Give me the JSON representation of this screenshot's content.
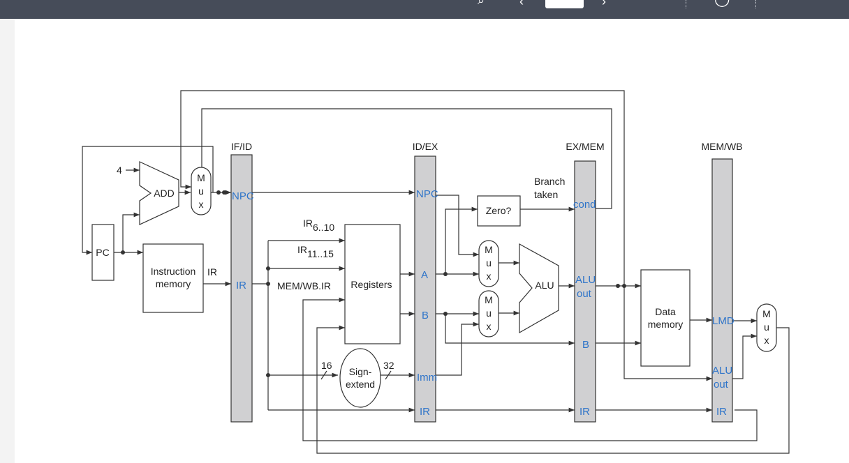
{
  "toolbar": {
    "icons": [
      "zoom-icon",
      "prev-page-icon",
      "next-page-icon",
      "help-icon"
    ],
    "page_field_value": ""
  },
  "diagram": {
    "stage_labels": {
      "if_id": "IF/ID",
      "id_ex": "ID/EX",
      "ex_mem": "EX/MEM",
      "mem_wb": "MEM/WB"
    },
    "components": {
      "pc": "PC",
      "add": "ADD",
      "instruction_memory_line1": "Instruction",
      "instruction_memory_line2": "memory",
      "registers": "Registers",
      "sign_extend_line1": "Sign-",
      "sign_extend_line2": "extend",
      "zero": "Zero?",
      "alu": "ALU",
      "data_memory_line1": "Data",
      "data_memory_line2": "memory",
      "mux_m": "M",
      "mux_u": "u",
      "mux_x": "x"
    },
    "annotations": {
      "const_four": "4",
      "ir": "IR",
      "ir_6_10_base": "IR",
      "ir_6_10_sub": "6..10",
      "ir_11_15_base": "IR",
      "ir_11_15_sub": "11..15",
      "mem_wb_ir": "MEM/WB.IR",
      "width_16": "16",
      "width_32": "32",
      "branch_line1": "Branch",
      "branch_line2": "taken"
    },
    "register_fields": {
      "if_id_npc": "NPC",
      "if_id_ir": "IR",
      "id_ex_npc": "NPC",
      "id_ex_a": "A",
      "id_ex_b": "B",
      "id_ex_imm": "Imm",
      "id_ex_ir": "IR",
      "ex_mem_cond": "cond",
      "ex_mem_alu_line1": "ALU",
      "ex_mem_alu_line2": "out",
      "ex_mem_b": "B",
      "ex_mem_ir": "IR",
      "mem_wb_lmd": "LMD",
      "mem_wb_alu_line1": "ALU",
      "mem_wb_alu_line2": "out",
      "mem_wb_ir": "IR"
    },
    "colors": {
      "line": "#333333",
      "register_fill": "#d0d0d2",
      "field_label": "#2e74c9",
      "toolbar": "#464c59"
    }
  }
}
